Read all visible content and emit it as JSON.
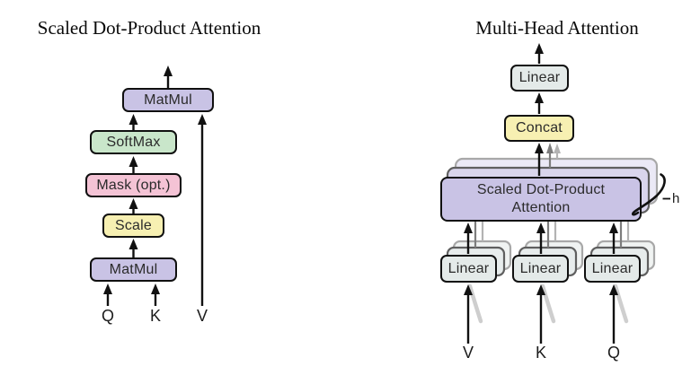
{
  "page": {
    "background": "#ffffff",
    "ink": "#111111"
  },
  "left_diagram": {
    "title": "Scaled Dot-Product Attention",
    "boxes": {
      "matmul_top": {
        "label": "MatMul",
        "fill": "#c9c3e5"
      },
      "softmax": {
        "label": "SoftMax",
        "fill": "#c9e6ca"
      },
      "mask": {
        "label": "Mask (opt.)",
        "fill": "#f4c3d5"
      },
      "scale": {
        "label": "Scale",
        "fill": "#f7f0b2"
      },
      "matmul_bottom": {
        "label": "MatMul",
        "fill": "#c9c3e5"
      }
    },
    "inputs": {
      "q": "Q",
      "k": "K",
      "v": "V"
    }
  },
  "right_diagram": {
    "title": "Multi-Head Attention",
    "boxes": {
      "linear_out": {
        "label": "Linear",
        "fill": "#e4eae9"
      },
      "concat": {
        "label": "Concat",
        "fill": "#f7f0b2"
      },
      "attention": {
        "label_line1": "Scaled Dot-Product",
        "label_line2": "Attention",
        "fill": "#c9c3e5"
      },
      "linear_v": {
        "label": "Linear",
        "fill": "#e4eae9"
      },
      "linear_k": {
        "label": "Linear",
        "fill": "#e4eae9"
      },
      "linear_q": {
        "label": "Linear",
        "fill": "#e4eae9"
      }
    },
    "inputs": {
      "v": "V",
      "k": "K",
      "q": "Q"
    },
    "head_count_label": "h"
  }
}
